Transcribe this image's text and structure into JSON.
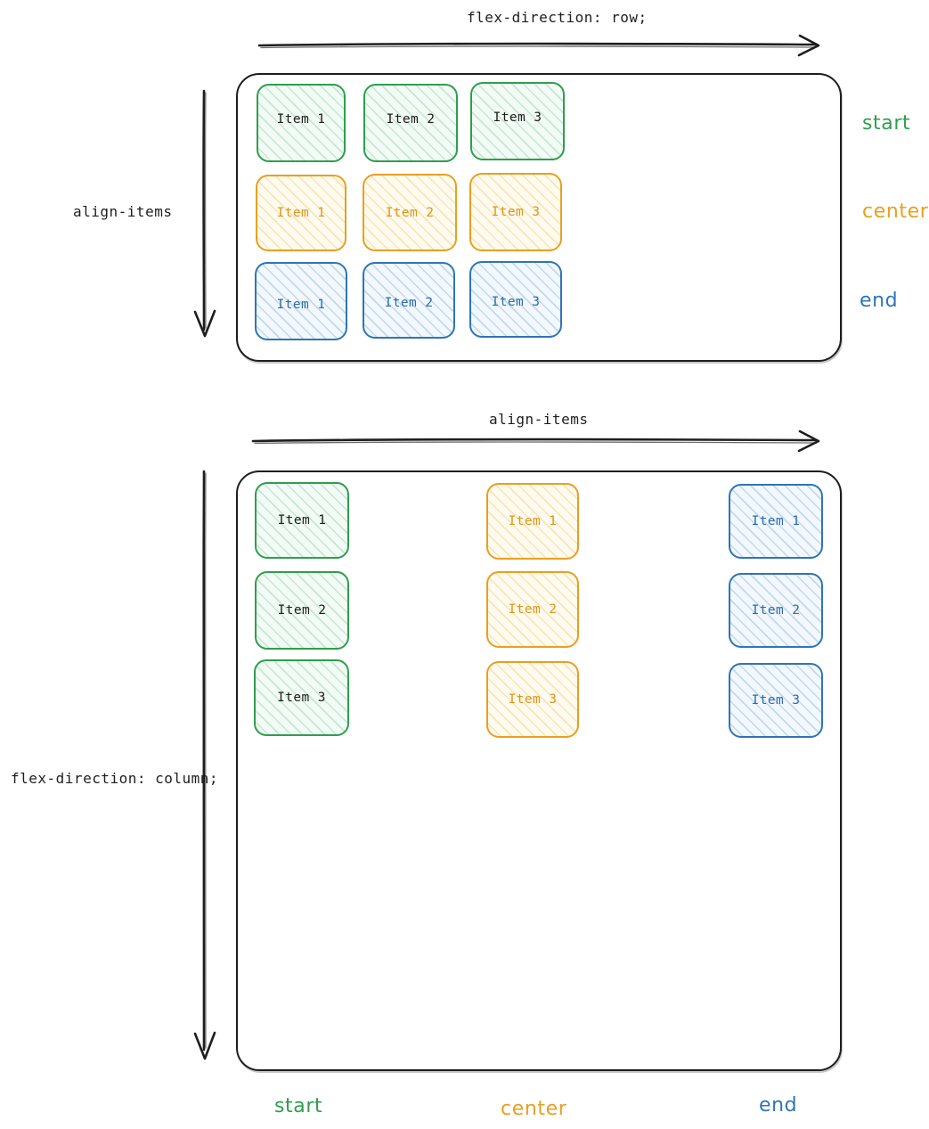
{
  "diagram": {
    "title": "CSS Flexbox align-items illustration",
    "style": "hand-drawn"
  },
  "colors": {
    "ink": "#1e1e1e",
    "green": "#2f9e4f",
    "orange": "#e8a020",
    "blue": "#2e75b6"
  },
  "section_row": {
    "top_axis_label": "flex-direction: row;",
    "left_axis_label": "align-items",
    "arrow_horizontal": "right-arrow",
    "arrow_vertical": "down-arrow",
    "right_labels": [
      {
        "text": "start",
        "color": "#2f9e4f"
      },
      {
        "text": "center",
        "color": "#e8a020"
      },
      {
        "text": "end",
        "color": "#2e75b6"
      }
    ],
    "rows": [
      {
        "align": "start",
        "color": "green",
        "items": [
          "Item 1",
          "Item 2",
          "Item 3"
        ]
      },
      {
        "align": "center",
        "color": "orange",
        "items": [
          "Item 1",
          "Item 2",
          "Item 3"
        ]
      },
      {
        "align": "end",
        "color": "blue",
        "items": [
          "Item 1",
          "Item 2",
          "Item 3"
        ]
      }
    ]
  },
  "section_column": {
    "top_axis_label": "align-items",
    "left_axis_label": "flex-direction: column;",
    "arrow_horizontal": "right-arrow",
    "arrow_vertical": "down-arrow",
    "bottom_labels": [
      {
        "text": "start",
        "color": "#2f9e4f"
      },
      {
        "text": "center",
        "color": "#e8a020"
      },
      {
        "text": "end",
        "color": "#2e75b6"
      }
    ],
    "columns": [
      {
        "align": "start",
        "color": "green",
        "items": [
          "Item 1",
          "Item 2",
          "Item 3"
        ]
      },
      {
        "align": "center",
        "color": "orange",
        "items": [
          "Item 1",
          "Item 2",
          "Item 3"
        ]
      },
      {
        "align": "end",
        "color": "blue",
        "items": [
          "Item 1",
          "Item 2",
          "Item 3"
        ]
      }
    ]
  }
}
